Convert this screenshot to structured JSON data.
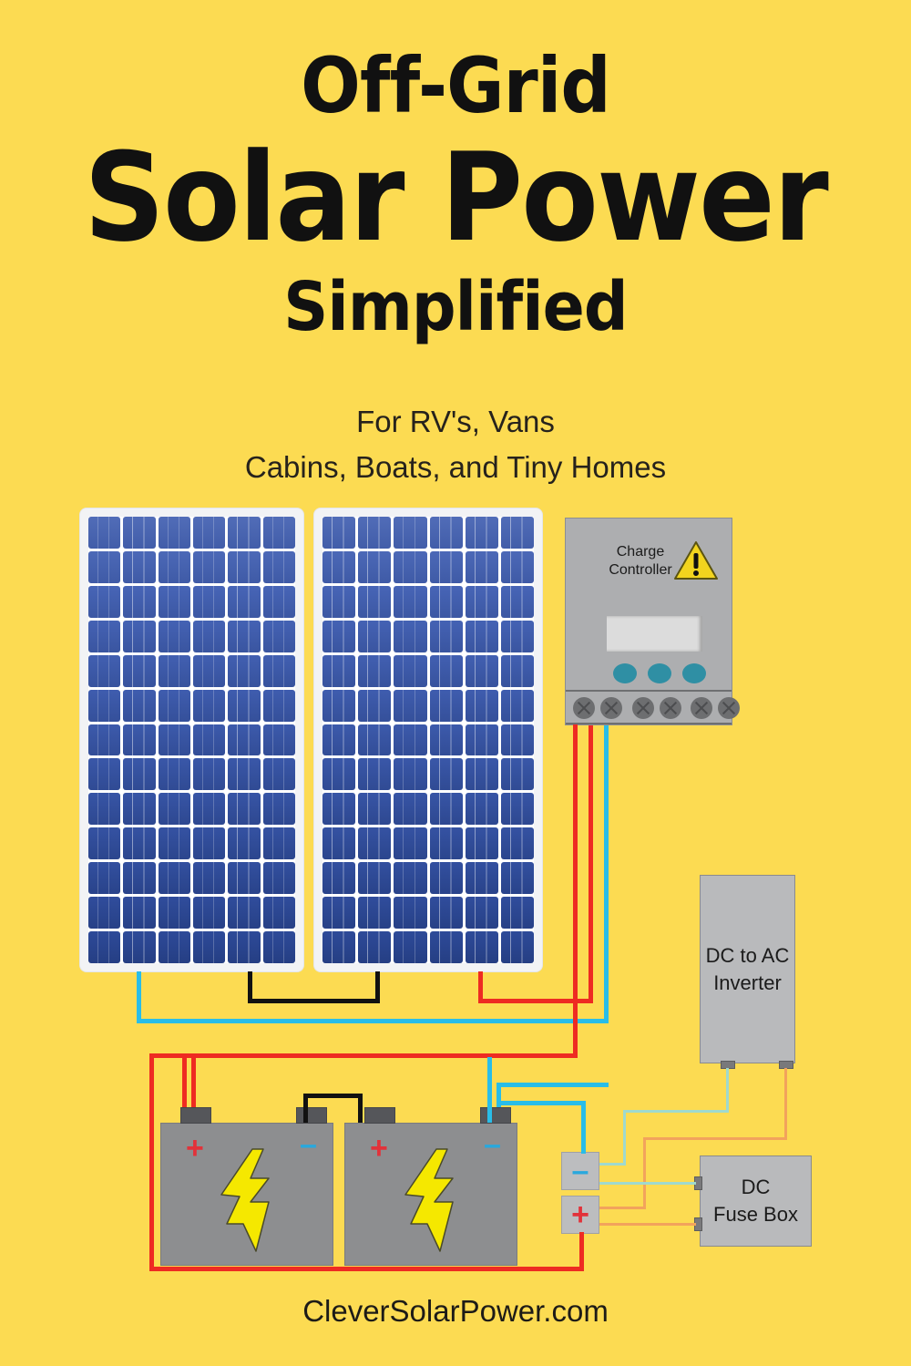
{
  "poster": {
    "background_color": "#FCDB52",
    "title_line1": "Off-Grid",
    "title_line2": "Solar Power",
    "title_line3": "Simplified",
    "subtitle_line1": "For  RV's, Vans",
    "subtitle_line2": "Cabins, Boats, and Tiny Homes",
    "footer": "CleverSolarPower.com"
  },
  "diagram": {
    "solar_panels": [
      {
        "name": "left-solar-panel",
        "columns": 6,
        "rows": 13
      },
      {
        "name": "right-solar-panel",
        "columns": 6,
        "rows": 13
      }
    ],
    "charge_controller": {
      "label_line1": "Charge",
      "label_line2": "Controller",
      "warning_symbol": "!",
      "button_count": 3,
      "terminal_count": 6,
      "body_color": "#ADAEB0",
      "button_color": "#2F8FA4",
      "warning_color": "#F2D41E"
    },
    "inverter": {
      "label_line1": "DC to AC",
      "label_line2": "Inverter",
      "body_color": "#B9BABC"
    },
    "fuse_box": {
      "label_line1": "DC",
      "label_line2": "Fuse Box",
      "body_color": "#B9BABC"
    },
    "bus_bars": [
      {
        "name": "negative-bus-bar",
        "symbol": "–",
        "color": "#29A8DD"
      },
      {
        "name": "positive-bus-bar",
        "symbol": "+",
        "color": "#E2323A"
      }
    ],
    "batteries": [
      {
        "name": "battery-1",
        "plus": "+",
        "minus": "–"
      },
      {
        "name": "battery-2",
        "plus": "+",
        "minus": "–"
      }
    ],
    "wire_colors": {
      "positive": "#EE2B22",
      "negative": "#29BDE8",
      "series_link": "#111111",
      "inverter_negative": "#9FD9CE",
      "inverter_positive": "#F2A35C"
    }
  }
}
